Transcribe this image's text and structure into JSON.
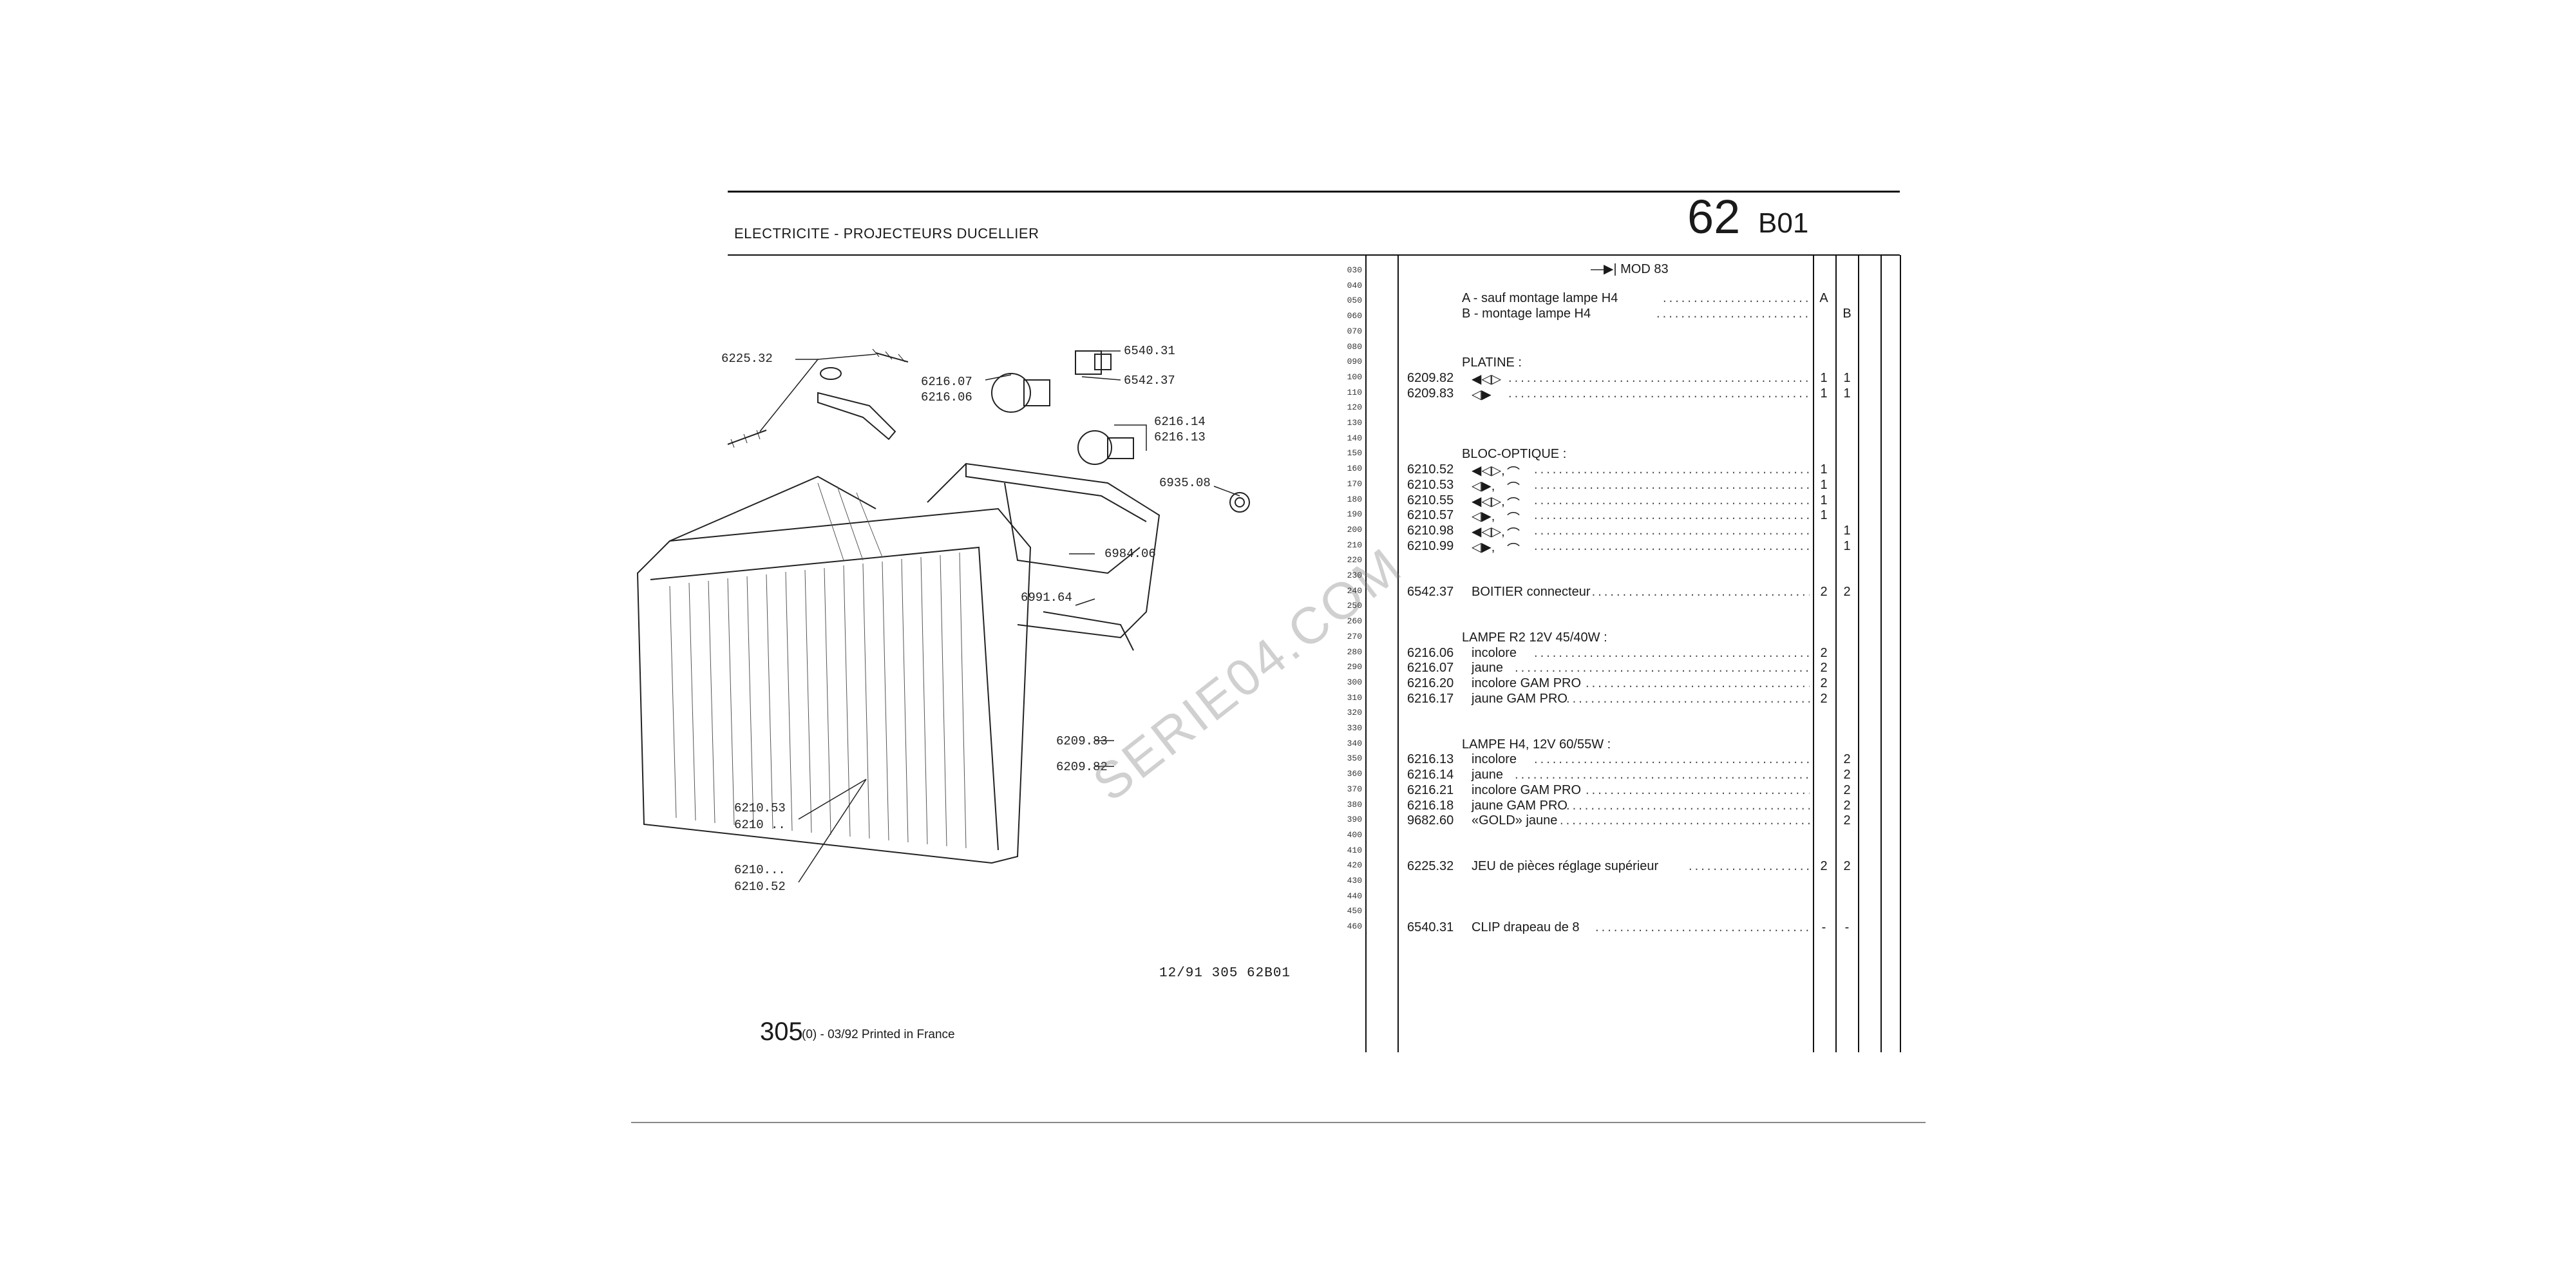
{
  "header": {
    "title": "ELECTRICITE - PROJECTEURS DUCELLIER",
    "section_number": "62",
    "section_code": "B01"
  },
  "footer": {
    "page_number": "305",
    "print_info": "(0) - 03/92 Printed in France",
    "doc_ref": "12/91   305  62B01"
  },
  "watermark": "SERIE04.COM",
  "diagram_labels": {
    "l6225_32": "6225.32",
    "l6216_07": "6216.07",
    "l6216_06": "6216.06",
    "l6540_31": "6540.31",
    "l6542_37": "6542.37",
    "l6216_14": "6216.14",
    "l6216_13": "6216.13",
    "l6935_08": "6935.08",
    "l6984_06": "6984.06",
    "l6991_64": "6991.64",
    "l6209_83": "6209.83",
    "l6209_82": "6209.82",
    "l6210_53": "6210.53",
    "l6210_a": "6210 ..",
    "l6210_b": "6210...",
    "l6210_52": "6210.52"
  },
  "row_numbers": [
    "030",
    "040",
    "050",
    "060",
    "070",
    "080",
    "090",
    "100",
    "110",
    "120",
    "130",
    "140",
    "150",
    "160",
    "170",
    "180",
    "190",
    "200",
    "210",
    "220",
    "230",
    "240",
    "250",
    "260",
    "270",
    "280",
    "290",
    "300",
    "310",
    "320",
    "330",
    "340",
    "350",
    "360",
    "370",
    "380",
    "390",
    "400",
    "410",
    "420",
    "430",
    "440",
    "450",
    "460"
  ],
  "parts_table": {
    "mod_label": "MOD 83",
    "variant_a": "A - sauf montage lampe H4",
    "variant_b": "B - montage lampe H4",
    "col_a": "A",
    "col_b": "B",
    "platine": {
      "title": "PLATINE :",
      "rows": [
        {
          "ref": "6209.82",
          "icon": "◀◁▷",
          "qa": "1",
          "qb": "1"
        },
        {
          "ref": "6209.83",
          "icon": "◁▶",
          "qa": "1",
          "qb": "1"
        }
      ]
    },
    "bloc": {
      "title": "BLOC-OPTIQUE :",
      "rows": [
        {
          "ref": "6210.52",
          "icon": "◀◁▷,",
          "qa": "1",
          "qb": ""
        },
        {
          "ref": "6210.53",
          "icon": "◁▶,",
          "qa": "1",
          "qb": ""
        },
        {
          "ref": "6210.55",
          "icon": "◀◁▷,",
          "qa": "1",
          "qb": ""
        },
        {
          "ref": "6210.57",
          "icon": "◁▶,",
          "qa": "1",
          "qb": ""
        },
        {
          "ref": "6210.98",
          "icon": "◀◁▷,",
          "qa": "",
          "qb": "1"
        },
        {
          "ref": "6210.99",
          "icon": "◁▶,",
          "qa": "",
          "qb": "1"
        }
      ]
    },
    "boitier": {
      "ref": "6542.37",
      "desc": "BOITIER connecteur",
      "qa": "2",
      "qb": "2"
    },
    "lampe_r2": {
      "title": "LAMPE R2 12V 45/40W :",
      "rows": [
        {
          "ref": "6216.06",
          "desc": "incolore",
          "qa": "2",
          "qb": ""
        },
        {
          "ref": "6216.07",
          "desc": "jaune",
          "qa": "2",
          "qb": ""
        },
        {
          "ref": "6216.20",
          "desc": "incolore GAM PRO",
          "qa": "2",
          "qb": ""
        },
        {
          "ref": "6216.17",
          "desc": "jaune GAM PRO",
          "qa": "2",
          "qb": ""
        }
      ]
    },
    "lampe_h4": {
      "title": "LAMPE H4, 12V 60/55W :",
      "rows": [
        {
          "ref": "6216.13",
          "desc": "incolore",
          "qa": "",
          "qb": "2"
        },
        {
          "ref": "6216.14",
          "desc": "jaune",
          "qa": "",
          "qb": "2"
        },
        {
          "ref": "6216.21",
          "desc": "incolore GAM PRO",
          "qa": "",
          "qb": "2"
        },
        {
          "ref": "6216.18",
          "desc": "jaune GAM PRO",
          "qa": "",
          "qb": "2"
        },
        {
          "ref": "9682.60",
          "desc": "«GOLD» jaune",
          "qa": "",
          "qb": "2"
        }
      ]
    },
    "jeu": {
      "ref": "6225.32",
      "desc": "JEU de pièces réglage supérieur",
      "qa": "2",
      "qb": "2"
    },
    "clip": {
      "ref": "6540.31",
      "desc": "CLIP drapeau de 8",
      "qa": "-",
      "qb": "-"
    }
  }
}
